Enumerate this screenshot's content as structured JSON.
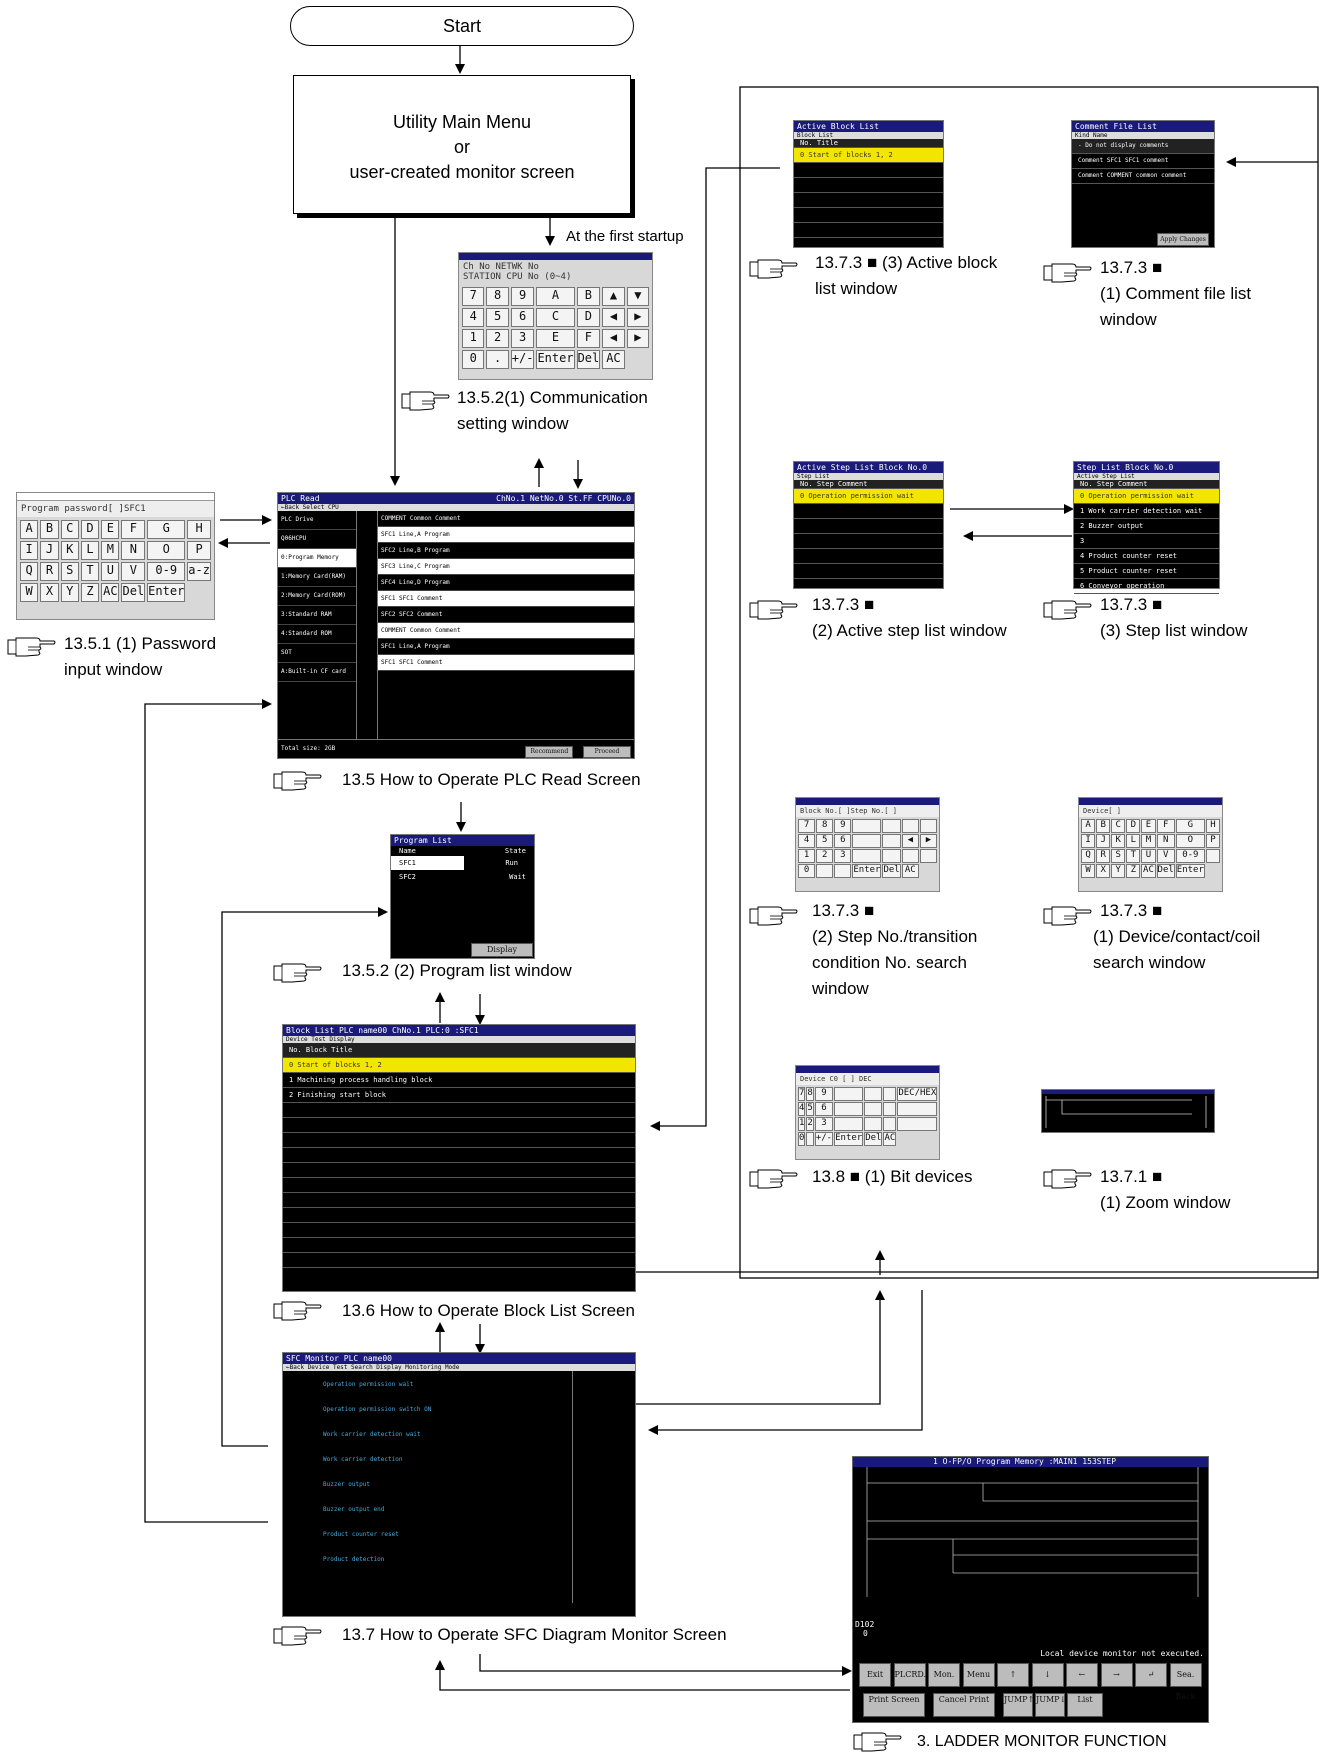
{
  "start": "Start",
  "main_menu": [
    "Utility Main Menu",
    "or",
    "user-created monitor screen"
  ],
  "first_startup": "At the first startup",
  "comm": {
    "ref": "13.5.2(1) Communication",
    "ref2": "setting window",
    "row1": "Ch No      NETWK No",
    "row2": "STATION    CPU No  (0~4)",
    "keys": [
      "7",
      "8",
      "9",
      "A",
      "B",
      "▲",
      "▼",
      "4",
      "5",
      "6",
      "C",
      "D",
      "◀",
      "▶",
      "1",
      "2",
      "3",
      "E",
      "F",
      "◀",
      "▶",
      "0",
      ".",
      "+/-",
      "Enter",
      "Del",
      "AC"
    ]
  },
  "password": {
    "ref": "13.5.1 (1) Password",
    "ref2": "input window",
    "hdr": "Program password[    ]SFC1",
    "keys": [
      "A",
      "B",
      "C",
      "D",
      "E",
      "F",
      "G",
      "H",
      "I",
      "J",
      "K",
      "L",
      "M",
      "N",
      "O",
      "P",
      "Q",
      "R",
      "S",
      "T",
      "U",
      "V",
      "0-9",
      "a-z",
      "W",
      "X",
      "Y",
      "Z",
      "AC",
      "Del",
      "Enter"
    ]
  },
  "plc_read": {
    "ref": "13.5 How to Operate PLC Read Screen",
    "title": "PLC Read",
    "title_right": "ChNo.1 NetNo.0 St.FF CPUNo.0",
    "menu": "←Back   Select CPU",
    "left_items": [
      "PLC Drive",
      "Q06HCPU",
      "0:Program Memory",
      "1:Memory Card(RAM)",
      "2:Memory Card(ROM)",
      "3:Standard RAM",
      "4:Standard ROM",
      "SOT",
      "A:Built-in CF card"
    ],
    "rows": [
      "COMMENT  Common Comment",
      "SFC1  Line,A Program",
      "SFC2  Line,B Program",
      "SFC3  Line,C Program",
      "SFC4  Line,D Program",
      "SFC1  SFC1 Comment",
      "SFC2  SFC2 Comment",
      "COMMENT  Common Comment",
      "SFC1  Line,A Program",
      "SFC1  SFC1 Comment"
    ],
    "footer": "Total size: 2GB",
    "btn1": "Recommend",
    "btn2": "Proceed"
  },
  "program_list": {
    "ref": "13.5.2 (2) Program list window",
    "title": "Program List",
    "col1": "Name",
    "col2": "State",
    "items": [
      [
        "SFC1",
        "Run"
      ],
      [
        "SFC2",
        "Wait"
      ]
    ],
    "display": "Display"
  },
  "block_list": {
    "ref": "13.6 How to Operate Block List Screen",
    "title": "Block List        PLC name00        ChNo.1 PLC:0        :SFC1",
    "menu": "Device Test    Display",
    "hdr": "No. Block Title",
    "rows": [
      "0 Start of blocks 1, 2",
      "1 Machining process handling block",
      "2 Finishing start block"
    ]
  },
  "sfc_monitor": {
    "ref": "13.7 How to Operate SFC Diagram Monitor Screen",
    "title": "SFC Monitor    PLC name00",
    "menu": "←Back   Device Test   Search   Display   Monitoring Mode",
    "steps": [
      "Operation permission wait",
      "Operation permission switch ON",
      "Work carrier detection wait",
      "Work carrier detection",
      "Buzzer output",
      "Buzzer output end",
      "Product counter reset",
      "Product detection"
    ]
  },
  "active_block": {
    "ref": "13.7.3 ■ (3) Active block",
    "ref2": "list window",
    "title": "Active Block List",
    "sub": "Block List",
    "hdr": "No. Title",
    "sel": "0 Start of blocks 1, 2"
  },
  "comment_file": {
    "ref": "13.7.3 ■",
    "ref2": "(1) Comment file list",
    "ref3": "window",
    "title": "Comment File List",
    "hdr": "Kind  Name",
    "rows": [
      [
        "-",
        "Do not display comments"
      ],
      [
        "Comment  SFC1",
        "SFC1 comment"
      ],
      [
        "Comment  COMMENT",
        "common comment"
      ]
    ],
    "apply": "Apply Changes"
  },
  "active_step": {
    "ref": "13.7.3 ■",
    "ref2": "(2) Active step list window",
    "title": "Active Step List      Block No.0",
    "sub": "Step List",
    "hdr": "No. Step Comment",
    "sel": "0 Operation permission wait"
  },
  "step_list": {
    "ref": "13.7.3 ■",
    "ref2": "(3) Step list window",
    "title": "Step List          Block No.0",
    "sub": "Active Step List",
    "hdr": "No. Step Comment",
    "rows": [
      "0 Operation permission wait",
      "1 Work carrier detection wait",
      "2 Buzzer output",
      "3",
      "4 Product counter reset",
      "5 Product counter reset",
      "6 Conveyor operation"
    ]
  },
  "step_search": {
    "ref": "13.7.3 ■",
    "ref2": "(2) Step No./transition",
    "ref3": "condition No. search",
    "ref4": "window",
    "hdr": "Block No.[   ]Step No.[   ]",
    "keys": [
      "7",
      "8",
      "9",
      "",
      "",
      "",
      "",
      "4",
      "5",
      "6",
      "",
      "",
      "◀",
      "▶",
      "1",
      "2",
      "3",
      "",
      "",
      "",
      "",
      "0",
      "",
      "",
      "Enter",
      "Del",
      "AC"
    ]
  },
  "device_search": {
    "ref": "13.7.3 ■",
    "ref2": "(1) Device/contact/coil",
    "ref3": "search window",
    "hdr": "Device[        ]",
    "keys": [
      "A",
      "B",
      "C",
      "D",
      "E",
      "F",
      "G",
      "H",
      "I",
      "J",
      "K",
      "L",
      "M",
      "N",
      "O",
      "P",
      "Q",
      "R",
      "S",
      "T",
      "U",
      "V",
      "0-9",
      "",
      "W",
      "X",
      "Y",
      "Z",
      "AC",
      "Del",
      "Enter"
    ]
  },
  "bit_devices": {
    "ref": "13.8 ■ (1) Bit devices",
    "hdr": "Device C0 [    ] DEC",
    "keys": [
      "7",
      "8",
      "9",
      "",
      "",
      "",
      "DEC/HEX",
      "4",
      "5",
      "6",
      "",
      "",
      "",
      "",
      "1",
      "2",
      "3",
      "",
      "",
      "",
      "",
      "0",
      "",
      "+/-",
      "Enter",
      "Del",
      "AC"
    ]
  },
  "zoom": {
    "ref": "13.7.1 ■",
    "ref2": "(1) Zoom window"
  },
  "ladder": {
    "ref": "3. LADDER MONITOR FUNCTION",
    "title": "1    O-FP/O Program Memory    :MAIN1    153STEP",
    "status": "Local device monitor not executed.",
    "d102": "D102",
    "zero": "0",
    "btns1": [
      "Exit",
      "PLCRD.",
      "Mon.",
      "Menu",
      "↑",
      "↓",
      "←",
      "→",
      "↵",
      "Sea. Back"
    ],
    "btns2": [
      "Print Screen",
      "Cancel Print",
      "JUMP↑",
      "JUMP↓",
      "List"
    ]
  }
}
